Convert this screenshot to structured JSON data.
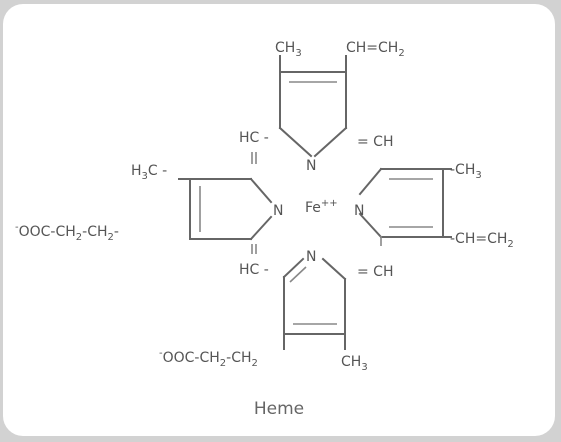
{
  "diagram": {
    "caption": "Heme",
    "center": {
      "symbol": "Fe",
      "charge": "++"
    },
    "nitrogen": "N",
    "top_ring": {
      "left_sub": {
        "main": "CH",
        "sub": "3"
      },
      "right_sub": {
        "main": "CH=CH",
        "sub": "2"
      },
      "left_bridge": "HC -",
      "right_bridge": "= CH",
      "double_bond_mark": "="
    },
    "left_ring": {
      "top_sub": {
        "pre": "H",
        "sub": "3",
        "post": "C -"
      },
      "bottom_sub": {
        "prefix": "-",
        "text_1": "OOC-CH",
        "sub_1": "2",
        "text_2": "-CH",
        "sub_2": "2",
        "text_3": "-"
      },
      "bottom_bridge": "HC -"
    },
    "right_ring": {
      "top_sub": {
        "main": "-CH",
        "sub": "3"
      },
      "bottom_sub": {
        "main": "-CH=CH",
        "sub": "2"
      }
    },
    "bottom_ring": {
      "left_sub": {
        "prefix": "-",
        "text_1": "OOC-CH",
        "sub_1": "2",
        "text_2": "-CH",
        "sub_2": "2"
      },
      "right_sub": {
        "main": "CH",
        "sub": "3"
      },
      "right_bridge": "= CH"
    }
  }
}
